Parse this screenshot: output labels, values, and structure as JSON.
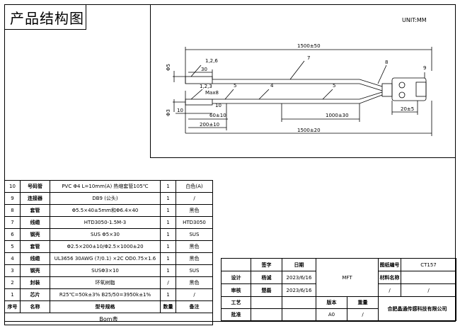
{
  "title": "产品结构图",
  "unit": "UNIT:MM",
  "drawing": {
    "dims": {
      "total_top": "1500±50",
      "total_bottom": "1500±20",
      "d30": "30",
      "d60": "60±10",
      "d200": "200±10",
      "d1000": "1000±30",
      "d20": "20±5",
      "d10a": "10",
      "d10b": "10",
      "maxo8": "Max8",
      "phi5": "Φ5",
      "phi3": "Φ3"
    },
    "callouts": {
      "c126": "1,2,6",
      "c123": "1,2,3",
      "c7": "7",
      "c4": "4",
      "c5a": "5",
      "c5b": "5",
      "c8": "8",
      "c9": "9"
    }
  },
  "bom": {
    "title": "Bom表",
    "header": [
      "序号",
      "名称",
      "型号规格",
      "数量",
      "备注"
    ],
    "rows": [
      [
        "10",
        "号码管",
        "PVC Φ4 L=10mm(A) 热缩套管105℃",
        "1",
        "白色(A)"
      ],
      [
        "9",
        "连接器",
        "DB9 (公头)",
        "1",
        "/"
      ],
      [
        "8",
        "套管",
        "Φ5.5×40±5mm和Φ6.4×40",
        "1",
        "黑色"
      ],
      [
        "7",
        "线缆",
        "HTD3050-1.5M-3",
        "1",
        "HTD3050"
      ],
      [
        "6",
        "钢壳",
        "SUS Φ5×30",
        "1",
        "SUS"
      ],
      [
        "5",
        "套管",
        "Φ2.5×200±10/Φ2.5×1000±20",
        "1",
        "黑色"
      ],
      [
        "4",
        "线缆",
        "UL3656 30AWG (7/0.1) ×2C OD0.75×1.6",
        "1",
        "黑色"
      ],
      [
        "3",
        "钢壳",
        "SUSΦ3×10",
        "1",
        "SUS"
      ],
      [
        "2",
        "封装",
        "环氧树脂",
        "/",
        "黑色"
      ],
      [
        "1",
        "芯片",
        "R25℃=50k±3%  B25/50=3950k±1%",
        "1",
        "/"
      ]
    ]
  },
  "titleblock": {
    "sign_h": "签字",
    "date_h": "日期",
    "design_l": "设计",
    "design_name": "杨诚",
    "design_date": "2023/6/16",
    "review_l": "审核",
    "review_name": "楚磊",
    "review_date": "2023/6/16",
    "process_l": "工艺",
    "approve_l": "批准",
    "mft": "MFT",
    "drawno_l": "图纸编号",
    "drawno": "CT157",
    "material_l": "材料名称",
    "slash1": "/",
    "slash2": "/",
    "version_l": "版本",
    "weight_l": "重量",
    "version": "A0",
    "weight": "/",
    "company": "合肥晶通传感科技有限公司"
  }
}
